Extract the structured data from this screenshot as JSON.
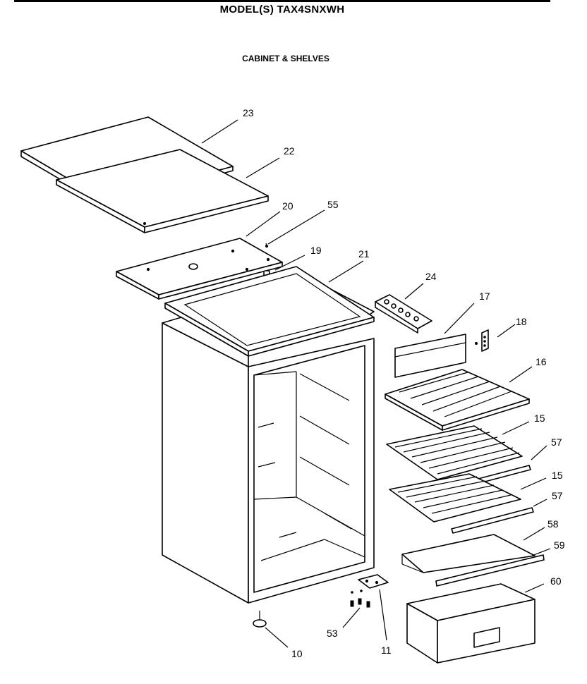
{
  "header": {
    "model": "MODEL(S) TAX4SNXWH",
    "section": "CABINET & SHELVES"
  },
  "callouts": [
    "23",
    "22",
    "20",
    "55",
    "19",
    "21",
    "24",
    "17",
    "18",
    "16",
    "15",
    "57",
    "15",
    "57",
    "58",
    "59",
    "60",
    "10",
    "53",
    "11"
  ]
}
